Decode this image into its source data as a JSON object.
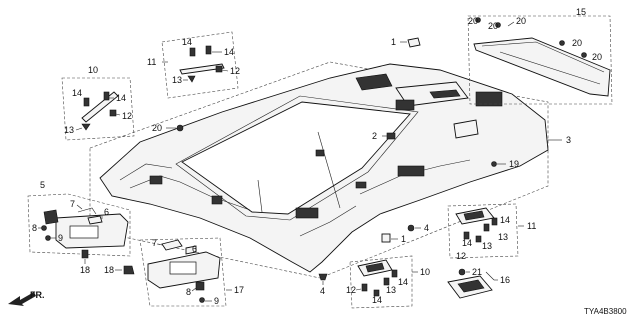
{
  "diagram": {
    "callouts": {
      "c1_top": "1",
      "c1_mid": "1",
      "c2": "2",
      "c3": "3",
      "c4_mid": "4",
      "c4_bot": "4",
      "c5": "5",
      "c6_left": "6",
      "c6_mid": "6",
      "c7_left": "7",
      "c7_mid": "7",
      "c8_left": "8",
      "c8_mid": "8",
      "c9_left": "9",
      "c9_mid": "9",
      "c10_top": "10",
      "c10_bot": "10",
      "c11_top": "11",
      "c11_right": "11",
      "c12_a": "12",
      "c12_b": "12",
      "c12_c": "12",
      "c12_d": "12",
      "c13_a": "13",
      "c13_b": "13",
      "c13_c": "13",
      "c13_d": "13",
      "c13_e": "13",
      "c14_a": "14",
      "c14_b": "14",
      "c14_c": "14",
      "c14_d": "14",
      "c14_e": "14",
      "c14_f": "14",
      "c14_g": "14",
      "c14_h": "14",
      "c15": "15",
      "c16": "16",
      "c17": "17",
      "c18_a": "18",
      "c18_b": "18",
      "c19": "19",
      "c20_a": "20",
      "c20_b": "20",
      "c20_c": "20",
      "c20_d": "20",
      "c20_e": "20",
      "c20_f": "20",
      "c21": "21"
    },
    "direction_label": "FR.",
    "diagram_code": "TYA4B3800"
  }
}
